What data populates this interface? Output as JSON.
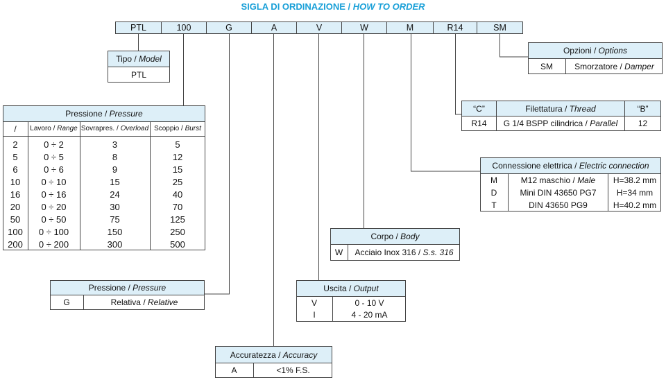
{
  "title": {
    "it": "SIGLA DI ORDINAZIONE",
    "sep": " / ",
    "en": "HOW TO ORDER"
  },
  "code": [
    "PTL",
    "100",
    "G",
    "A",
    "V",
    "W",
    "M",
    "R14",
    "SM"
  ],
  "model": {
    "h_it": "Tipo",
    "h_en": "Model",
    "value": "PTL"
  },
  "pressure_range": {
    "h_it": "Pressione",
    "h_en": "Pressure",
    "cols": [
      {
        "it": "/",
        "en": ""
      },
      {
        "it": "Lavoro",
        "en": "Range"
      },
      {
        "it": "Sovrapres.",
        "en": "Overload"
      },
      {
        "it": "Scoppio",
        "en": "Burst"
      }
    ],
    "rows": [
      [
        "2",
        "0 ÷ 2",
        "3",
        "5"
      ],
      [
        "5",
        "0 ÷ 5",
        "8",
        "12"
      ],
      [
        "6",
        "0 ÷ 6",
        "9",
        "15"
      ],
      [
        "10",
        "0 ÷ 10",
        "15",
        "25"
      ],
      [
        "16",
        "0 ÷ 16",
        "24",
        "40"
      ],
      [
        "20",
        "0 ÷ 20",
        "30",
        "70"
      ],
      [
        "50",
        "0 ÷ 50",
        "75",
        "125"
      ],
      [
        "100",
        "0 ÷ 100",
        "150",
        "250"
      ],
      [
        "200",
        "0 ÷ 200",
        "300",
        "500"
      ]
    ]
  },
  "pressure_type": {
    "h_it": "Pressione",
    "h_en": "Pressure",
    "code": "G",
    "v_it": "Relativa",
    "v_en": "Relative"
  },
  "accuracy": {
    "h_it": "Accuratezza",
    "h_en": "Accuracy",
    "code": "A",
    "value": "<1% F.S."
  },
  "output": {
    "h_it": "Uscita",
    "h_en": "Output",
    "rows": [
      [
        "V",
        "0 - 10 V"
      ],
      [
        "I",
        "4 - 20 mA"
      ]
    ]
  },
  "body": {
    "h_it": "Corpo",
    "h_en": "Body",
    "code": "W",
    "v_it": "Acciaio Inox 316",
    "v_en": "S.s. 316"
  },
  "connection": {
    "h_it": "Connessione elettrica",
    "h_en": "Electric connection",
    "rows": [
      {
        "code": "M",
        "it": "M12 maschio",
        "en": "Male",
        "dim": "H=38.2 mm"
      },
      {
        "code": "D",
        "it": "Mini DIN 43650 PG7",
        "en": "",
        "dim": "H=34 mm"
      },
      {
        "code": "T",
        "it": "DIN 43650 PG9",
        "en": "",
        "dim": "H=40.2 mm"
      }
    ]
  },
  "thread": {
    "c_label": "“C”",
    "b_label": "“B”",
    "h_it": "Filettatura",
    "h_en": "Thread",
    "code": "R14",
    "v_it": "G 1/4 BSPP cilindrica",
    "v_en": "Parallel",
    "b_value": "12"
  },
  "options": {
    "h_it": "Opzioni",
    "h_en": "Options",
    "code": "SM",
    "v_it": "Smorzatore",
    "v_en": "Damper"
  }
}
